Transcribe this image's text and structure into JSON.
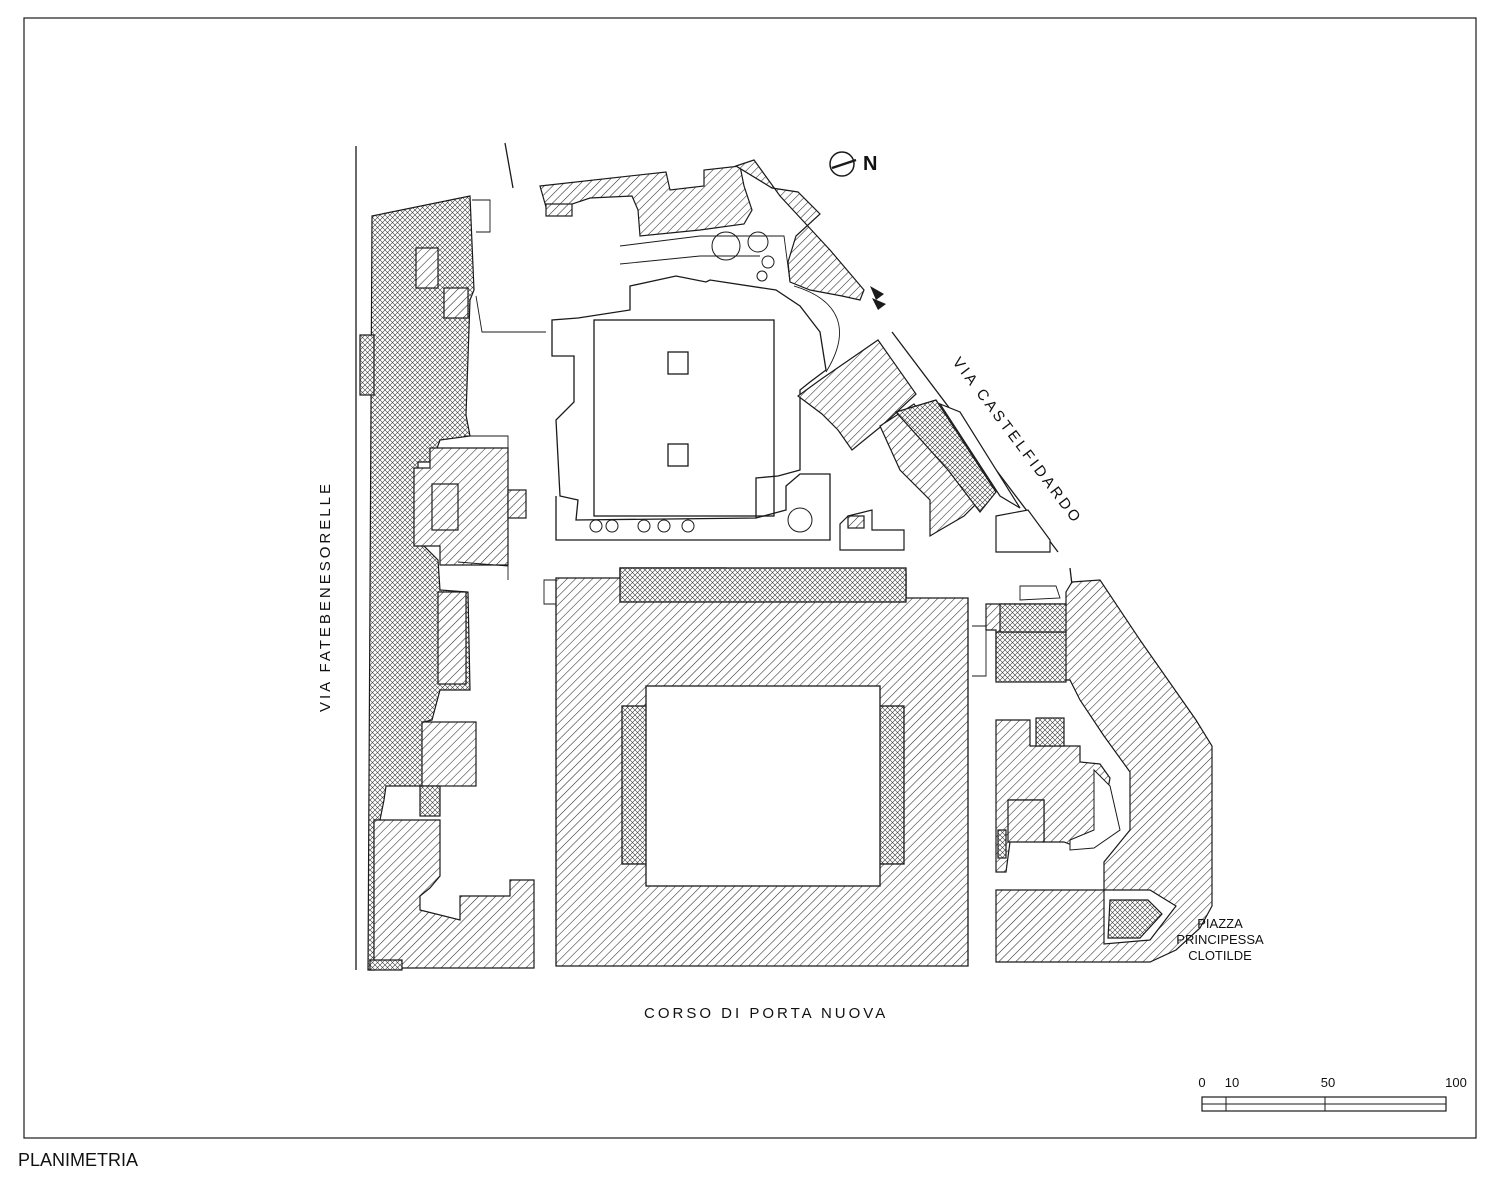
{
  "title": "PLANIMETRIA",
  "north_label": "N",
  "streets": {
    "west": "VIA FATEBENESORELLE",
    "south": "CORSO DI PORTA NUOVA",
    "northeast": "VIA CASTELFIDARDO",
    "piazza": [
      "PIAZZA",
      "PRINCIPESSA",
      "CLOTILDE"
    ]
  },
  "scale_bar": {
    "ticks": [
      "0",
      "10",
      "50",
      "100"
    ]
  },
  "colors": {
    "line": "#1a1a1a",
    "hatch": "#2b2b2b",
    "background": "#ffffff"
  }
}
